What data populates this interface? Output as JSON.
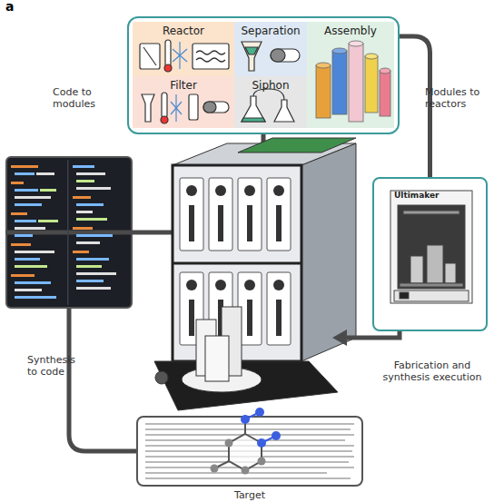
{
  "diagram": {
    "nodes": [
      {
        "text": []
      },
      {
        "text": [
          "Reactor"
        ],
        "in": 0
      },
      {
        "text": [
          "Separation"
        ],
        "in": 0
      },
      {
        "text": [
          "Assembly"
        ],
        "in": 0
      },
      {
        "text": [
          "Filter"
        ],
        "in": 0
      },
      {
        "text": [
          "Siphon"
        ],
        "in": 0
      },
      {
        "text": []
      },
      {
        "text": [
          "Ultimaker"
        ]
      },
      {
        "text": [
          "Target"
        ]
      }
    ],
    "edges": [
      {
        "from": 6,
        "to": 0,
        "label": "Code to modules",
        "arrow": "none"
      },
      {
        "from": 0,
        "to": 7,
        "label": "Modules to reactors",
        "arrow": "none"
      },
      {
        "from": 8,
        "to": 6,
        "label": "Synthesis to code",
        "arrow": "none"
      }
    ],
    "labels": [
      "a",
      "Fabrication and synthesis execution"
    ]
  }
}
